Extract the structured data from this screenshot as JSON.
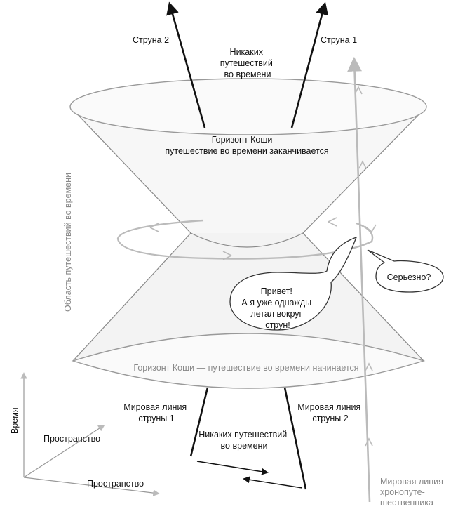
{
  "labels": {
    "string2": "Струна 2",
    "string1": "Струна 1",
    "no_travel_top": [
      "Никаких",
      "путешествий",
      "во времени"
    ],
    "cauchy_top": [
      "Горизонт Коши –",
      "путешествие во времени заканчивается"
    ],
    "cauchy_bottom": "Горизонт Коши — путешествие во времени начинается",
    "region": "Область путешествий во времени",
    "bubble_hello": [
      "Привет!",
      "А я уже однажды",
      "летал вокруг",
      "струн!"
    ],
    "bubble_seriously": "Серьезно?",
    "worldline_string1": [
      "Мировая линия",
      "струны 1"
    ],
    "worldline_string2": [
      "Мировая линия",
      "струны 2"
    ],
    "no_travel_bottom": [
      "Никаких путешествий",
      "во времени"
    ],
    "worldline_traveler": [
      "Мировая линия",
      "хронопуте-",
      "шественника"
    ],
    "axis_time": "Время",
    "axis_space_1": "Пространство",
    "axis_space_2": "Пространство"
  },
  "colors": {
    "ink": "#111111",
    "grey_line": "#bbbbbb",
    "grey_text": "#888888",
    "cone_fill": "#f6f6f6"
  }
}
